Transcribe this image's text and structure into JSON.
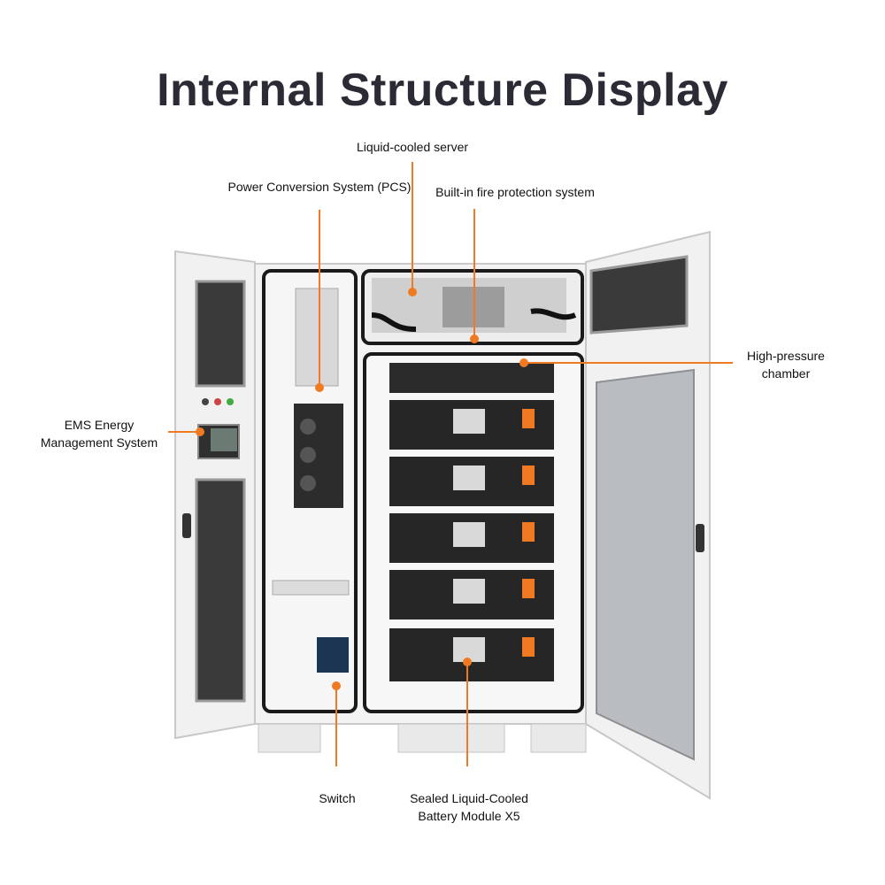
{
  "title": "Internal Structure Display",
  "accent_color": "#f07a22",
  "labels": {
    "liquid_cooled_server": "Liquid-cooled server",
    "pcs": "Power Conversion System (PCS)",
    "fire_protection": "Built-in fire protection system",
    "high_pressure_line1": "High-pressure",
    "high_pressure_line2": "chamber",
    "ems_line1": "EMS Energy",
    "ems_line2": "Management System",
    "switch": "Switch",
    "battery_line1": "Sealed Liquid-Cooled",
    "battery_line2": "Battery Module X5"
  }
}
